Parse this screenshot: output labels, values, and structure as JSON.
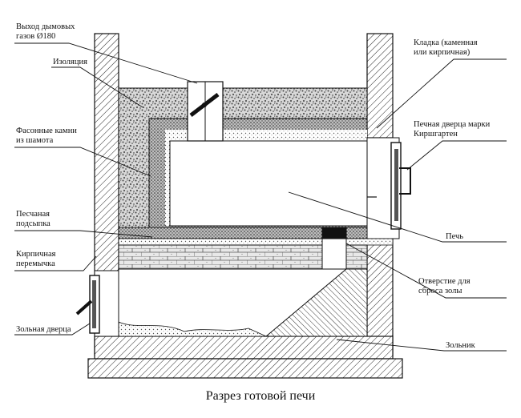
{
  "caption": "Разрез готовой печи",
  "labels": {
    "flue_outlet": "Выход дымовых\nгазов Ø180",
    "insulation": "Изоляция",
    "fireclay_stones": "Фасонные камни\nиз шамота",
    "sand_fill": "Песчаная\nподсыпка",
    "brick_lintel": "Кирпичная\nперемычка",
    "ash_door": "Зольная дверца",
    "masonry": "Кладка (каменная\nили кирпичная)",
    "stove_door": "Печная дверца марки\nКиршгартен",
    "oven": "Печь",
    "ash_drop_opening": "Отверстие для\nсброса золы",
    "ash_pit": "Зольник"
  }
}
